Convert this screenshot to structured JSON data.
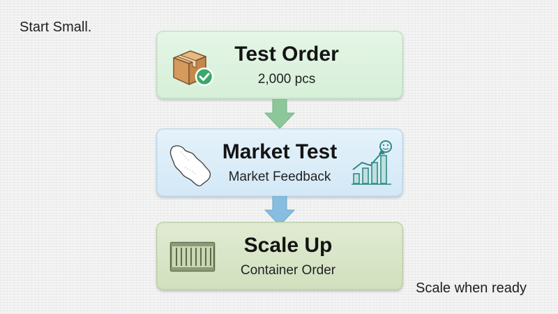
{
  "tagline": "Start Small.",
  "footnote": "Scale when ready",
  "steps": [
    {
      "title": "Test Order",
      "subtitle": "2,000 pcs",
      "icon": "package-check-icon",
      "color": "#dff3e0"
    },
    {
      "title": "Market Test",
      "subtitle": "Market Feedback",
      "icon": "map-icon",
      "icon_secondary": "growth-chart-icon",
      "color": "#dcedf8"
    },
    {
      "title": "Scale Up",
      "subtitle": "Container Order",
      "icon": "shipping-container-icon",
      "color": "#d9e6c8"
    }
  ],
  "colors": {
    "arrow_green": "#8cc79a",
    "arrow_blue": "#86bde0",
    "check_green": "#3aa868",
    "chart_teal": "#2f8a86"
  }
}
